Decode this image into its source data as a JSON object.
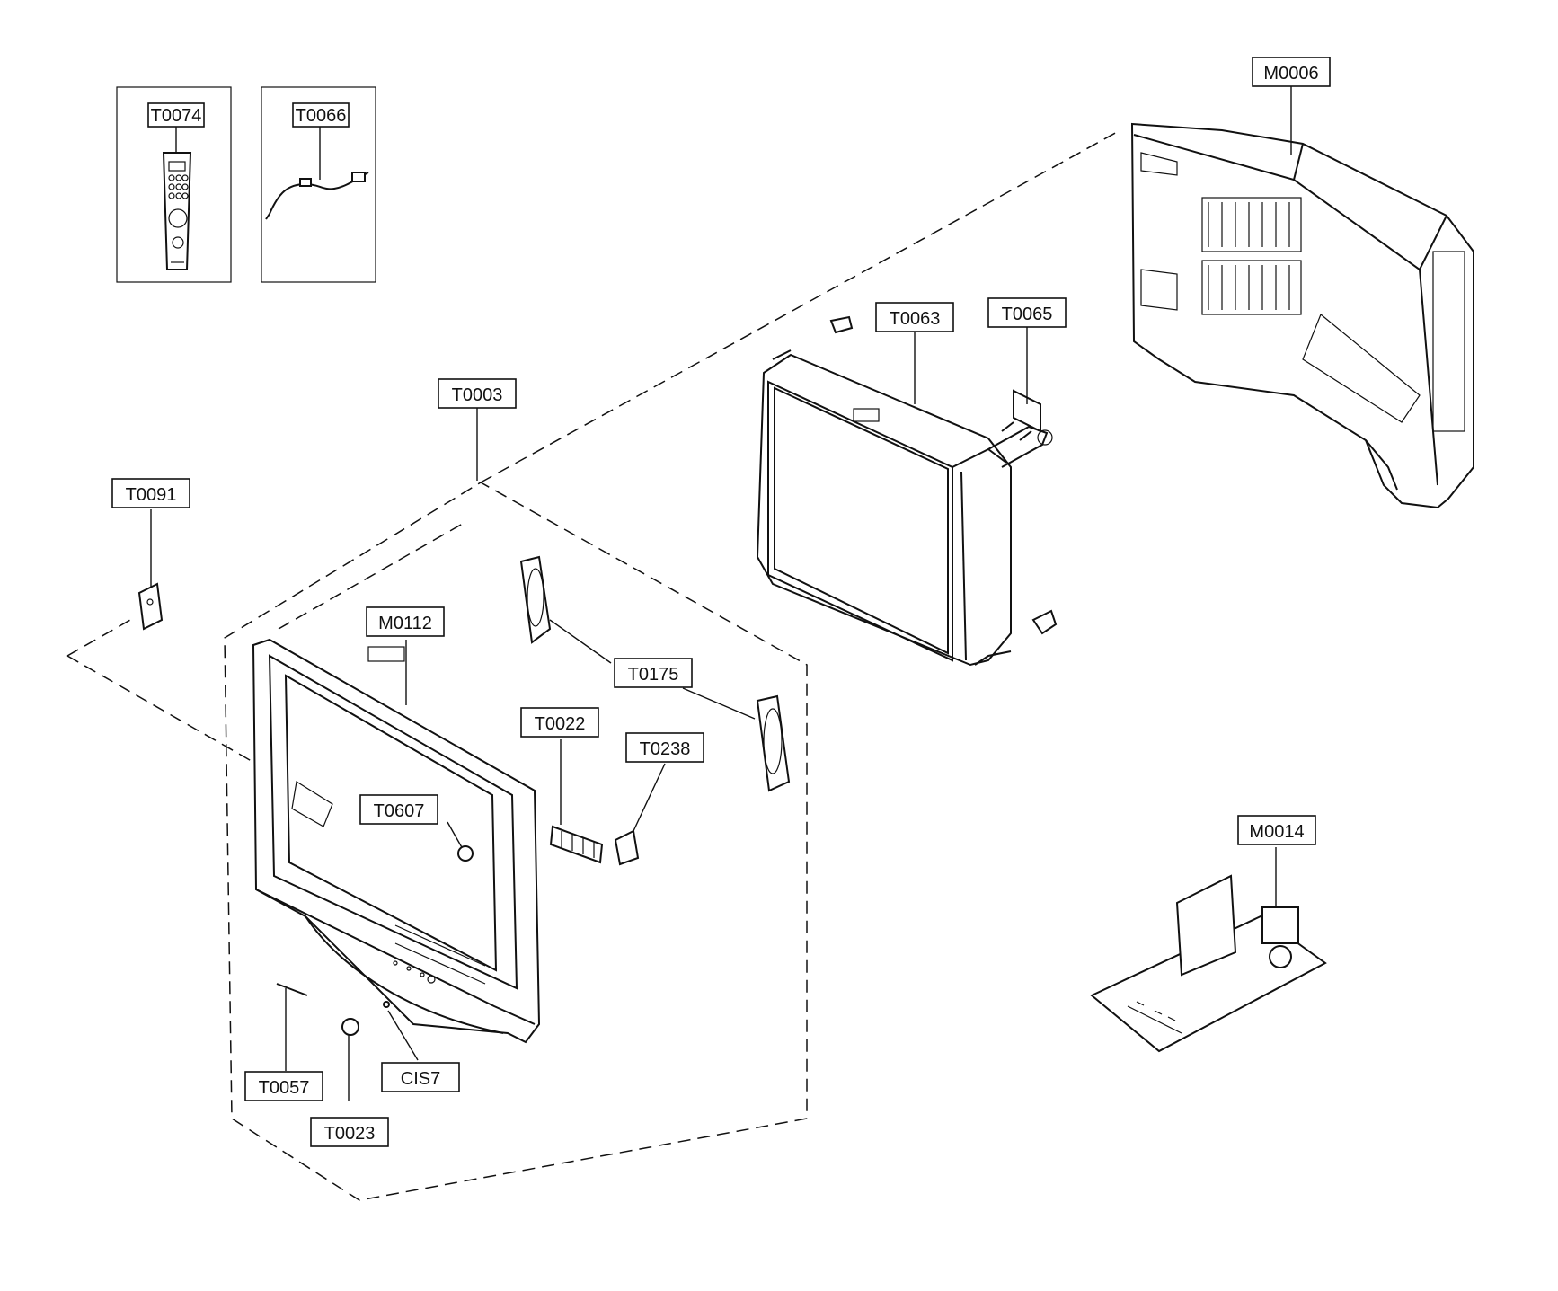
{
  "labels": {
    "T0074": "T0074",
    "T0066": "T0066",
    "M0006": "M0006",
    "T0063": "T0063",
    "T0065": "T0065",
    "T0003": "T0003",
    "T0091": "T0091",
    "M0112": "M0112",
    "T0175": "T0175",
    "T0022": "T0022",
    "T0238": "T0238",
    "T0607": "T0607",
    "M0014": "M0014",
    "T0057": "T0057",
    "CIS7": "CIS7",
    "T0023": "T0023"
  },
  "parts": {
    "T0074": "remote-control",
    "T0066": "power-cord",
    "M0006": "rear-cabinet",
    "T0063": "picture-tube",
    "T0065": "crt-socket-board",
    "T0091": "side-bracket",
    "M0112": "front-cabinet",
    "T0175": "speaker",
    "T0022": "control-key-board",
    "T0238": "connector",
    "T0607": "sensor",
    "M0014": "main-board",
    "T0057": "screw-rod",
    "CIS7": "indicator",
    "T0023": "power-knob"
  }
}
